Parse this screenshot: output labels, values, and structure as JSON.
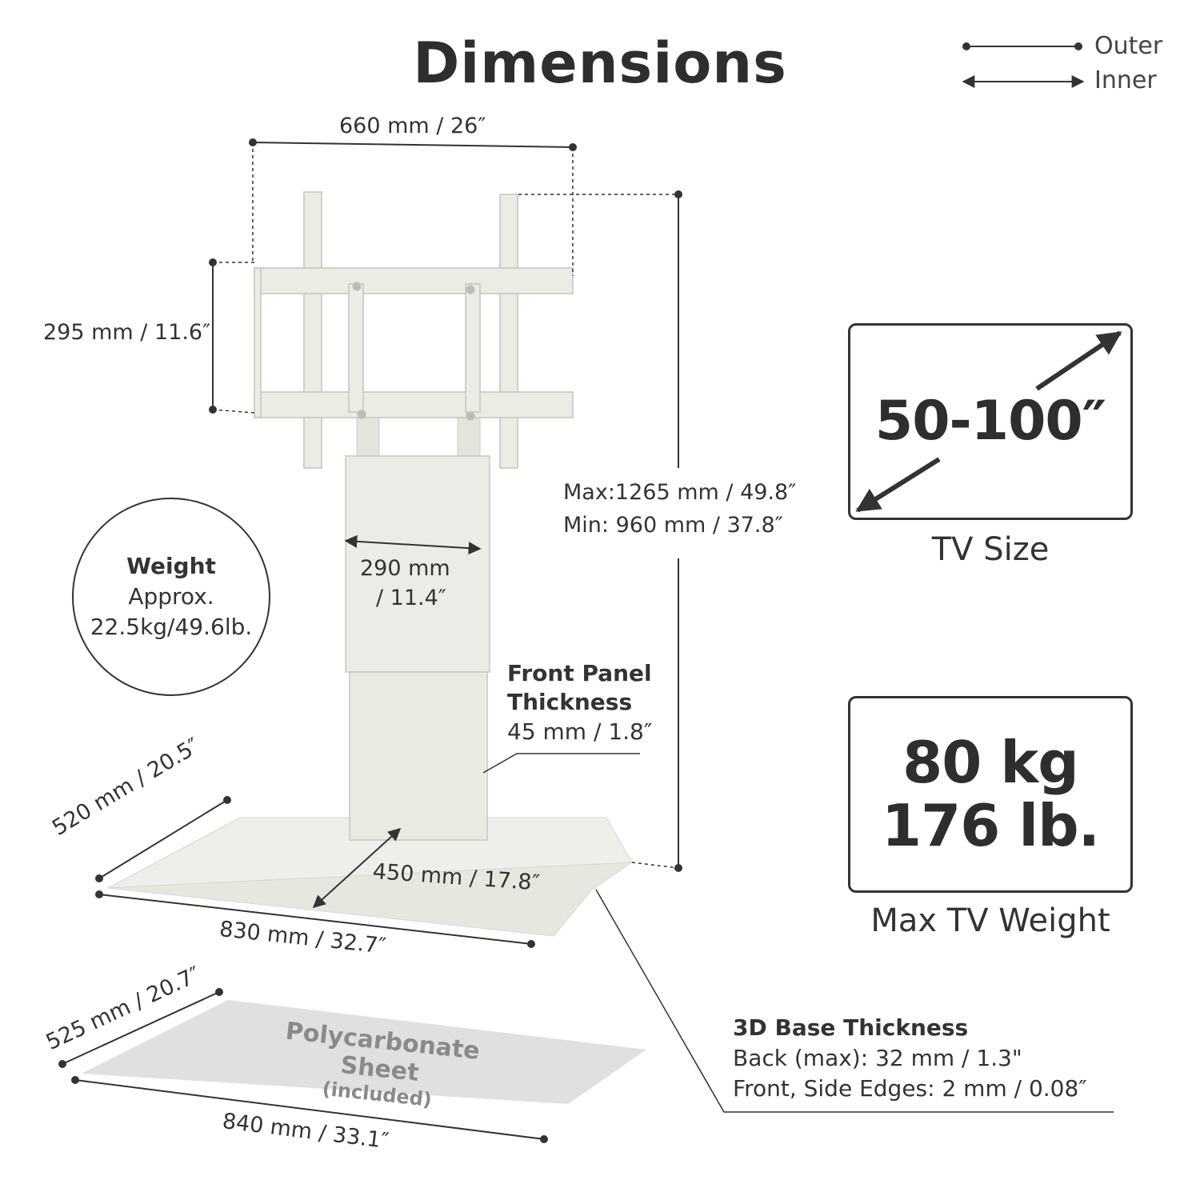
{
  "title": "Dimensions",
  "legend": {
    "outer_label": "Outer",
    "inner_label": "Inner"
  },
  "dimensions": {
    "mount_width": "660 mm / 26″",
    "mount_height": "295 mm / 11.6″",
    "column_width_line1": "290 mm",
    "column_width_line2": "/ 11.4″",
    "height_max": "Max:1265 mm / 49.8″",
    "height_min": "Min: 960 mm / 37.8″",
    "base_depth": "520 mm / 20.5″",
    "base_inner_depth": "450 mm / 17.8″",
    "base_width": "830 mm / 32.7″",
    "sheet_depth": "525 mm / 20.7″",
    "sheet_width": "840 mm / 33.1″"
  },
  "weight": {
    "heading": "Weight",
    "line1": "Approx.",
    "line2": "22.5kg/49.6lb."
  },
  "front_panel": {
    "heading_line1": "Front Panel",
    "heading_line2": "Thickness",
    "value": "45 mm / 1.8″"
  },
  "tv_size": {
    "value": "50-100″",
    "caption": "TV Size"
  },
  "max_weight": {
    "line1": "80 kg",
    "line2": "176 lb.",
    "caption": "Max TV Weight"
  },
  "base_thickness": {
    "heading": "3D Base Thickness",
    "back": "Back (max): 32 mm / 1.3\"",
    "front": "Front, Side  Edges:  2 mm / 0.08″"
  },
  "sheet": {
    "name": "Polycarbonate Sheet",
    "note": "(included)"
  },
  "icons": [
    "outer-dimension-icon",
    "inner-dimension-icon",
    "diagonal-arrow-icon"
  ],
  "colors": {
    "line": "#333333",
    "stand": "#ebebe3",
    "sheet": "#e0e0e0"
  }
}
